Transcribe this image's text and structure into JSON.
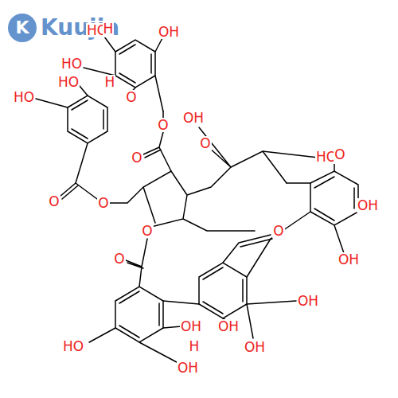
{
  "diagram": {
    "labels": [
      "K",
      "Kuujia",
      "HO",
      "H",
      "OH",
      "HO",
      "HO",
      "H",
      "O",
      "HO",
      "O",
      "O",
      "O",
      "O",
      "OH",
      "O",
      "HO",
      "O",
      "OH",
      "OH",
      "O",
      "O",
      "O",
      "OH",
      "OH",
      "OH",
      "OH",
      "H",
      "HO",
      "OH"
    ]
  }
}
